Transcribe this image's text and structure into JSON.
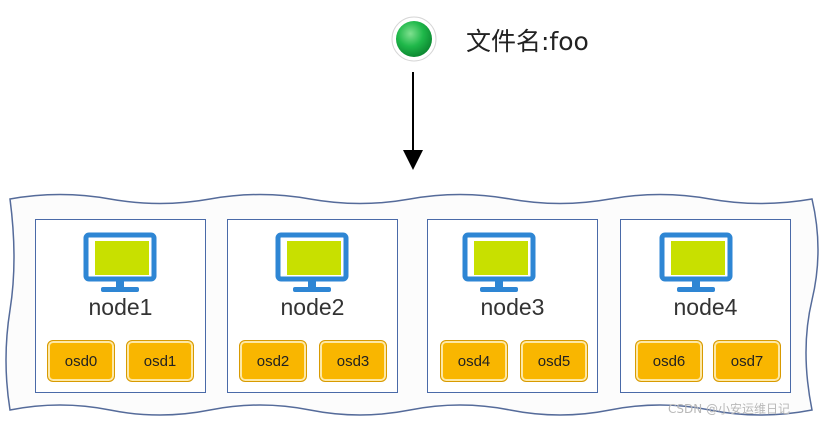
{
  "file": {
    "label": "文件名:foo"
  },
  "nodes": [
    {
      "name": "node1",
      "osds": [
        "osd0",
        "osd1"
      ]
    },
    {
      "name": "node2",
      "osds": [
        "osd2",
        "osd3"
      ]
    },
    {
      "name": "node3",
      "osds": [
        "osd4",
        "osd5"
      ]
    },
    {
      "name": "node4",
      "osds": [
        "osd6",
        "osd7"
      ]
    }
  ],
  "colors": {
    "file_dot": "#1fb84a",
    "monitor_frame": "#2e86d4",
    "monitor_screen": "#c8e000",
    "osd_fill": "#f9b600",
    "node_border": "#4a6aa8"
  },
  "icons": {
    "file": "green-circle-icon",
    "node": "monitor-icon"
  },
  "watermark": "CSDN @小安运维日记"
}
